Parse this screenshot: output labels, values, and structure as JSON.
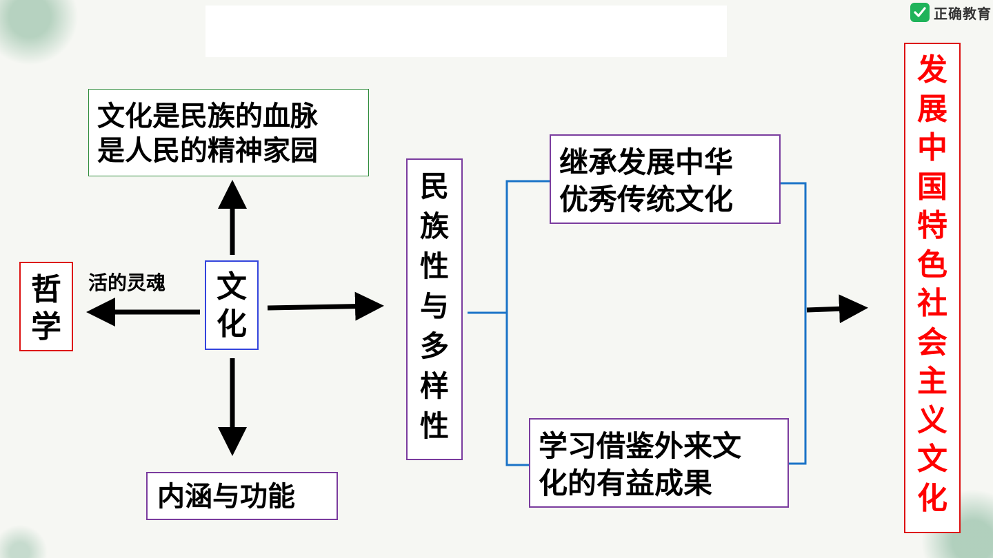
{
  "logo": {
    "text": "正确教育"
  },
  "nodes": {
    "culture_is": {
      "line1": "文化是民族的血脉",
      "line2": "是人民的精神家园"
    },
    "culture": {
      "chars": [
        "文",
        "化"
      ]
    },
    "philosophy": {
      "chars": [
        "哲",
        "学"
      ]
    },
    "soul_label": "活的灵魂",
    "connotation": "内涵与功能",
    "nationality": {
      "chars": [
        "民",
        "族",
        "性",
        "与",
        "多",
        "样",
        "性"
      ]
    },
    "inherit": {
      "line1": "继承发展中华",
      "line2": "优秀传统文化"
    },
    "learn": {
      "line1": "学习借鉴外来文",
      "line2": "化的有益成果"
    },
    "socialist": {
      "chars": [
        "发",
        "展",
        "中",
        "国",
        "特",
        "色",
        "社",
        "会",
        "主",
        "义",
        "文",
        "化"
      ]
    }
  },
  "colors": {
    "arrow": "#000000",
    "bracket": "#1a73c7",
    "highlight_red": "#ff0000"
  }
}
